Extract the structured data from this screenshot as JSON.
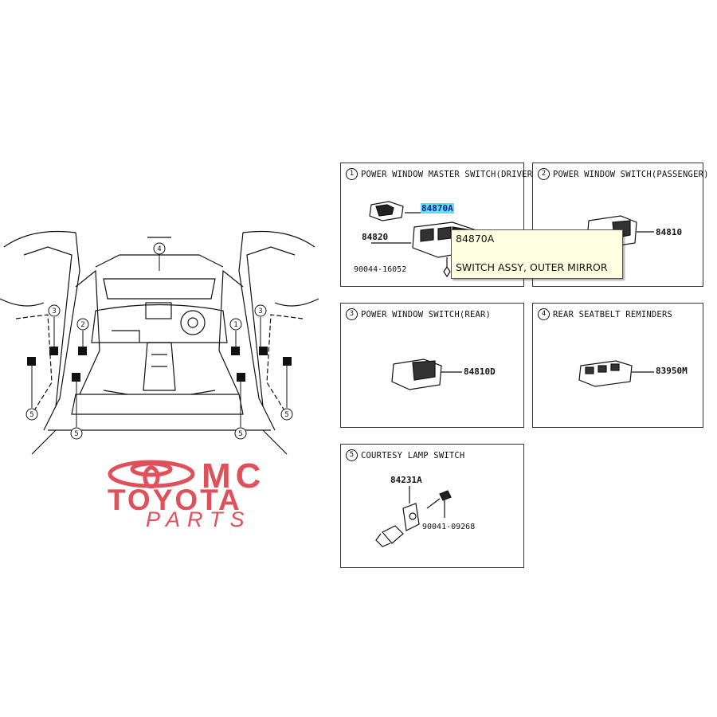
{
  "panels": [
    {
      "number": "1",
      "title": "POWER WINDOW MASTER SWITCH(DRIVER)",
      "parts": [
        "84870A",
        "84820",
        "90044-16052"
      ]
    },
    {
      "number": "2",
      "title": "POWER WINDOW SWITCH(PASSENGER)",
      "parts": [
        "84810"
      ]
    },
    {
      "number": "3",
      "title": "POWER WINDOW SWITCH(REAR)",
      "parts": [
        "84810D"
      ]
    },
    {
      "number": "4",
      "title": "REAR SEATBELT REMINDERS",
      "parts": [
        "83950M"
      ]
    },
    {
      "number": "5",
      "title": "COURTESY LAMP SWITCH",
      "parts": [
        "84231A",
        "90041-09268"
      ]
    }
  ],
  "tooltip": {
    "code": "84870A",
    "description": "SWITCH ASSY, OUTER MIRROR"
  },
  "overview": {
    "callouts": [
      "4",
      "3",
      "2",
      "1",
      "3",
      "5",
      "5",
      "5",
      "5"
    ]
  },
  "logo": {
    "mc": "MC",
    "toyota": "TOYOTA",
    "parts": "PARTS",
    "brand_color": "#e0505a"
  },
  "colors": {
    "highlight": "#5fe0e6",
    "tooltip_bg": "#ffffe1"
  }
}
